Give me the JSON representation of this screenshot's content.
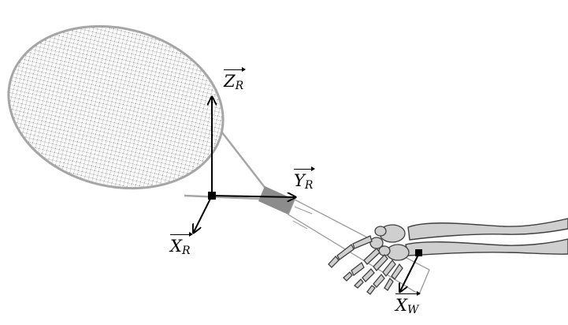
{
  "diagram": {
    "labels": {
      "z_r": {
        "main": "Z",
        "sub": "R"
      },
      "y_r": {
        "main": "Y",
        "sub": "R"
      },
      "x_r": {
        "main": "X",
        "sub": "R"
      },
      "x_w": {
        "main": "X",
        "sub": "W"
      }
    },
    "colors": {
      "outline": "#a6a6a6",
      "string_bed": "#e6e6e6",
      "throat_tape": "#8c8c8c",
      "bone_fill": "#cfcfcf",
      "bone_stroke": "#404040",
      "axis": "#000000"
    }
  }
}
